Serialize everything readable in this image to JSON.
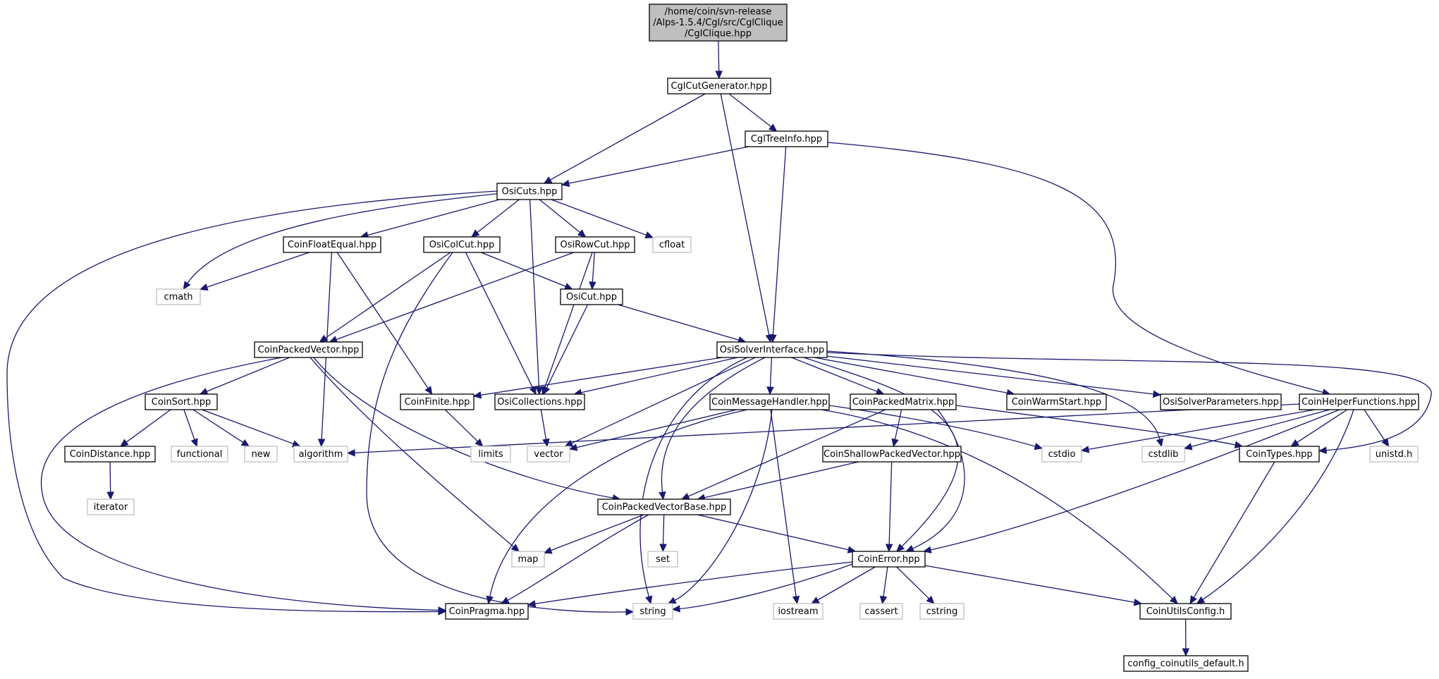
{
  "nodes": {
    "root": {
      "lines": [
        "/home/coin/svn-release",
        "/Alps-1.5.4/Cgl/src/CglClique",
        "/CglClique.hpp"
      ],
      "style": "root"
    },
    "CglCutGenerator": {
      "lines": [
        "CglCutGenerator.hpp"
      ],
      "style": "file"
    },
    "CglTreeInfo": {
      "lines": [
        "CglTreeInfo.hpp"
      ],
      "style": "file"
    },
    "OsiCuts": {
      "lines": [
        "OsiCuts.hpp"
      ],
      "style": "file"
    },
    "CoinFloatEqual": {
      "lines": [
        "CoinFloatEqual.hpp"
      ],
      "style": "file"
    },
    "OsiColCut": {
      "lines": [
        "OsiColCut.hpp"
      ],
      "style": "file"
    },
    "OsiRowCut": {
      "lines": [
        "OsiRowCut.hpp"
      ],
      "style": "file"
    },
    "cfloat": {
      "lines": [
        "cfloat"
      ],
      "style": "sys"
    },
    "cmath": {
      "lines": [
        "cmath"
      ],
      "style": "sys"
    },
    "OsiCut": {
      "lines": [
        "OsiCut.hpp"
      ],
      "style": "file"
    },
    "CoinPackedVector": {
      "lines": [
        "CoinPackedVector.hpp"
      ],
      "style": "file"
    },
    "OsiSolverInterface": {
      "lines": [
        "OsiSolverInterface.hpp"
      ],
      "style": "file"
    },
    "CoinSort": {
      "lines": [
        "CoinSort.hpp"
      ],
      "style": "file"
    },
    "CoinFinite": {
      "lines": [
        "CoinFinite.hpp"
      ],
      "style": "file"
    },
    "OsiCollections": {
      "lines": [
        "OsiCollections.hpp"
      ],
      "style": "file"
    },
    "CoinMessageHandler": {
      "lines": [
        "CoinMessageHandler.hpp"
      ],
      "style": "file"
    },
    "CoinPackedMatrix": {
      "lines": [
        "CoinPackedMatrix.hpp"
      ],
      "style": "file"
    },
    "CoinWarmStart": {
      "lines": [
        "CoinWarmStart.hpp"
      ],
      "style": "file"
    },
    "OsiSolverParameters": {
      "lines": [
        "OsiSolverParameters.hpp"
      ],
      "style": "file"
    },
    "CoinHelperFunctions": {
      "lines": [
        "CoinHelperFunctions.hpp"
      ],
      "style": "file"
    },
    "CoinDistance": {
      "lines": [
        "CoinDistance.hpp"
      ],
      "style": "file"
    },
    "functional": {
      "lines": [
        "functional"
      ],
      "style": "sys"
    },
    "new": {
      "lines": [
        "new"
      ],
      "style": "sys"
    },
    "algorithm": {
      "lines": [
        "algorithm"
      ],
      "style": "sys"
    },
    "limits": {
      "lines": [
        "limits"
      ],
      "style": "sys"
    },
    "vector": {
      "lines": [
        "vector"
      ],
      "style": "sys"
    },
    "CoinShallowPackedVector": {
      "lines": [
        "CoinShallowPackedVector.hpp"
      ],
      "style": "file"
    },
    "cstdio": {
      "lines": [
        "cstdio"
      ],
      "style": "sys"
    },
    "cstdlib": {
      "lines": [
        "cstdlib"
      ],
      "style": "sys"
    },
    "CoinTypes": {
      "lines": [
        "CoinTypes.hpp"
      ],
      "style": "file"
    },
    "unistd": {
      "lines": [
        "unistd.h"
      ],
      "style": "sys"
    },
    "iterator": {
      "lines": [
        "iterator"
      ],
      "style": "sys"
    },
    "CoinPackedVectorBase": {
      "lines": [
        "CoinPackedVectorBase.hpp"
      ],
      "style": "file"
    },
    "map": {
      "lines": [
        "map"
      ],
      "style": "sys"
    },
    "set": {
      "lines": [
        "set"
      ],
      "style": "sys"
    },
    "CoinError": {
      "lines": [
        "CoinError.hpp"
      ],
      "style": "file"
    },
    "CoinPragma": {
      "lines": [
        "CoinPragma.hpp"
      ],
      "style": "file"
    },
    "string": {
      "lines": [
        "string"
      ],
      "style": "sys"
    },
    "iostream": {
      "lines": [
        "iostream"
      ],
      "style": "sys"
    },
    "cassert": {
      "lines": [
        "cassert"
      ],
      "style": "sys"
    },
    "cstring": {
      "lines": [
        "cstring"
      ],
      "style": "sys"
    },
    "CoinUtilsConfig": {
      "lines": [
        "CoinUtilsConfig.h"
      ],
      "style": "file"
    },
    "config_coinutils_default": {
      "lines": [
        "config_coinutils_default.h"
      ],
      "style": "file"
    }
  },
  "edges": [
    [
      "root",
      "CglCutGenerator"
    ],
    [
      "CglCutGenerator",
      "OsiCuts"
    ],
    [
      "CglCutGenerator",
      "CglTreeInfo"
    ],
    [
      "CglCutGenerator",
      "OsiSolverInterface"
    ],
    [
      "CglTreeInfo",
      "OsiCuts"
    ],
    [
      "CglTreeInfo",
      "OsiSolverInterface"
    ],
    [
      "CglTreeInfo",
      "CoinHelperFunctions"
    ],
    [
      "OsiCuts",
      "CoinFloatEqual"
    ],
    [
      "OsiCuts",
      "OsiColCut"
    ],
    [
      "OsiCuts",
      "OsiRowCut"
    ],
    [
      "OsiCuts",
      "cfloat"
    ],
    [
      "OsiCuts",
      "cmath"
    ],
    [
      "OsiCuts",
      "OsiCollections"
    ],
    [
      "OsiCuts",
      "CoinPragma"
    ],
    [
      "CoinFloatEqual",
      "cmath"
    ],
    [
      "CoinFloatEqual",
      "algorithm"
    ],
    [
      "CoinFloatEqual",
      "CoinFinite"
    ],
    [
      "OsiColCut",
      "CoinPackedVector"
    ],
    [
      "OsiColCut",
      "OsiCut"
    ],
    [
      "OsiColCut",
      "OsiCollections"
    ],
    [
      "OsiColCut",
      "string"
    ],
    [
      "OsiRowCut",
      "OsiCut"
    ],
    [
      "OsiRowCut",
      "CoinPackedVector"
    ],
    [
      "OsiRowCut",
      "OsiCollections"
    ],
    [
      "OsiCut",
      "OsiSolverInterface"
    ],
    [
      "OsiCut",
      "OsiCollections"
    ],
    [
      "CoinPackedVector",
      "CoinSort"
    ],
    [
      "CoinPackedVector",
      "CoinPackedVectorBase"
    ],
    [
      "CoinPackedVector",
      "map"
    ],
    [
      "CoinPackedVector",
      "CoinPragma"
    ],
    [
      "OsiSolverInterface",
      "CoinFinite"
    ],
    [
      "OsiSolverInterface",
      "OsiCollections"
    ],
    [
      "OsiSolverInterface",
      "CoinMessageHandler"
    ],
    [
      "OsiSolverInterface",
      "CoinPackedMatrix"
    ],
    [
      "OsiSolverInterface",
      "CoinWarmStart"
    ],
    [
      "OsiSolverInterface",
      "OsiSolverParameters"
    ],
    [
      "OsiSolverInterface",
      "vector"
    ],
    [
      "OsiSolverInterface",
      "cstdlib"
    ],
    [
      "OsiSolverInterface",
      "CoinTypes"
    ],
    [
      "OsiSolverInterface",
      "CoinPackedVectorBase"
    ],
    [
      "OsiSolverInterface",
      "string"
    ],
    [
      "OsiSolverInterface",
      "CoinError"
    ],
    [
      "CoinSort",
      "CoinDistance"
    ],
    [
      "CoinSort",
      "functional"
    ],
    [
      "CoinSort",
      "new"
    ],
    [
      "CoinSort",
      "algorithm"
    ],
    [
      "CoinFinite",
      "limits"
    ],
    [
      "OsiCollections",
      "vector"
    ],
    [
      "CoinMessageHandler",
      "vector"
    ],
    [
      "CoinMessageHandler",
      "cstdio"
    ],
    [
      "CoinMessageHandler",
      "CoinPragma"
    ],
    [
      "CoinMessageHandler",
      "string"
    ],
    [
      "CoinMessageHandler",
      "iostream"
    ],
    [
      "CoinMessageHandler",
      "CoinUtilsConfig"
    ],
    [
      "CoinPackedMatrix",
      "CoinShallowPackedVector"
    ],
    [
      "CoinPackedMatrix",
      "CoinPackedVectorBase"
    ],
    [
      "CoinPackedMatrix",
      "CoinError"
    ],
    [
      "CoinPackedMatrix",
      "CoinTypes"
    ],
    [
      "CoinHelperFunctions",
      "algorithm"
    ],
    [
      "CoinHelperFunctions",
      "cstdio"
    ],
    [
      "CoinHelperFunctions",
      "cstdlib"
    ],
    [
      "CoinHelperFunctions",
      "CoinTypes"
    ],
    [
      "CoinHelperFunctions",
      "unistd"
    ],
    [
      "CoinHelperFunctions",
      "CoinError"
    ],
    [
      "CoinHelperFunctions",
      "CoinUtilsConfig"
    ],
    [
      "CoinDistance",
      "iterator"
    ],
    [
      "CoinShallowPackedVector",
      "CoinPackedVectorBase"
    ],
    [
      "CoinShallowPackedVector",
      "CoinError"
    ],
    [
      "CoinTypes",
      "CoinUtilsConfig"
    ],
    [
      "CoinPackedVectorBase",
      "map"
    ],
    [
      "CoinPackedVectorBase",
      "set"
    ],
    [
      "CoinPackedVectorBase",
      "CoinError"
    ],
    [
      "CoinPackedVectorBase",
      "CoinPragma"
    ],
    [
      "CoinError",
      "CoinPragma"
    ],
    [
      "CoinError",
      "string"
    ],
    [
      "CoinError",
      "iostream"
    ],
    [
      "CoinError",
      "cassert"
    ],
    [
      "CoinError",
      "cstring"
    ],
    [
      "CoinError",
      "CoinUtilsConfig"
    ],
    [
      "CoinUtilsConfig",
      "config_coinutils_default"
    ]
  ],
  "colors": {
    "edge": "#191970",
    "root_fill": "#bfbfbf",
    "file_fill": "#ffffff",
    "file_border": "#000000",
    "sys_border": "#bfbfbf"
  }
}
